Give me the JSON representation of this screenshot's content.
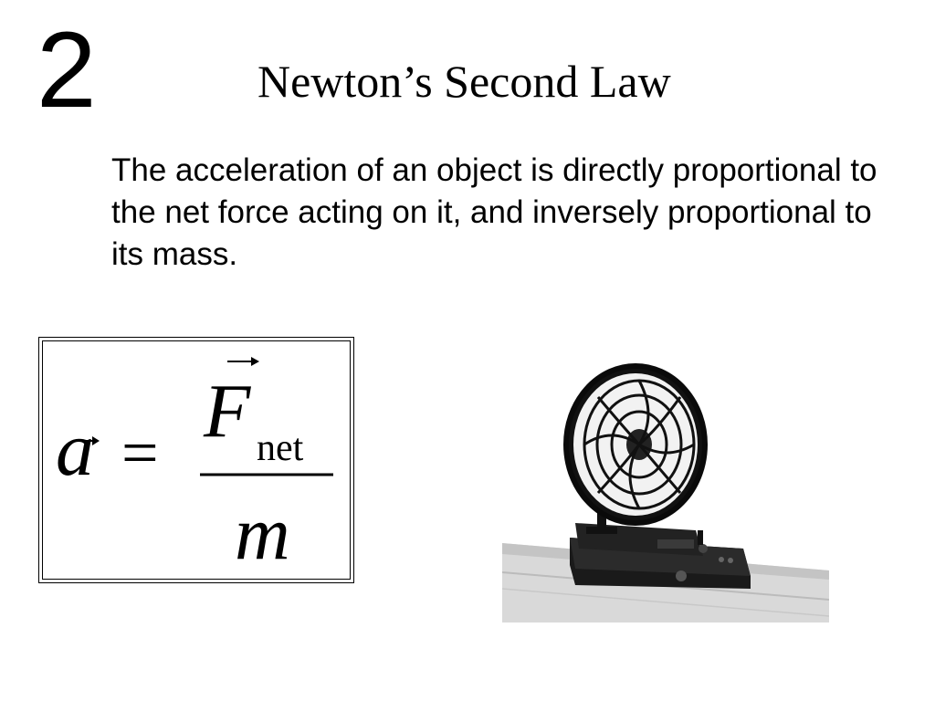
{
  "slide": {
    "number": "2",
    "title": "Newton’s Second Law",
    "body": "The acceleration of an object is directly proportional to the net force acting on it, and inversely proportional to its mass."
  },
  "formula": {
    "lhs": "a",
    "equals": "=",
    "numerator": "F",
    "subscript": "net",
    "denominator": "m"
  }
}
